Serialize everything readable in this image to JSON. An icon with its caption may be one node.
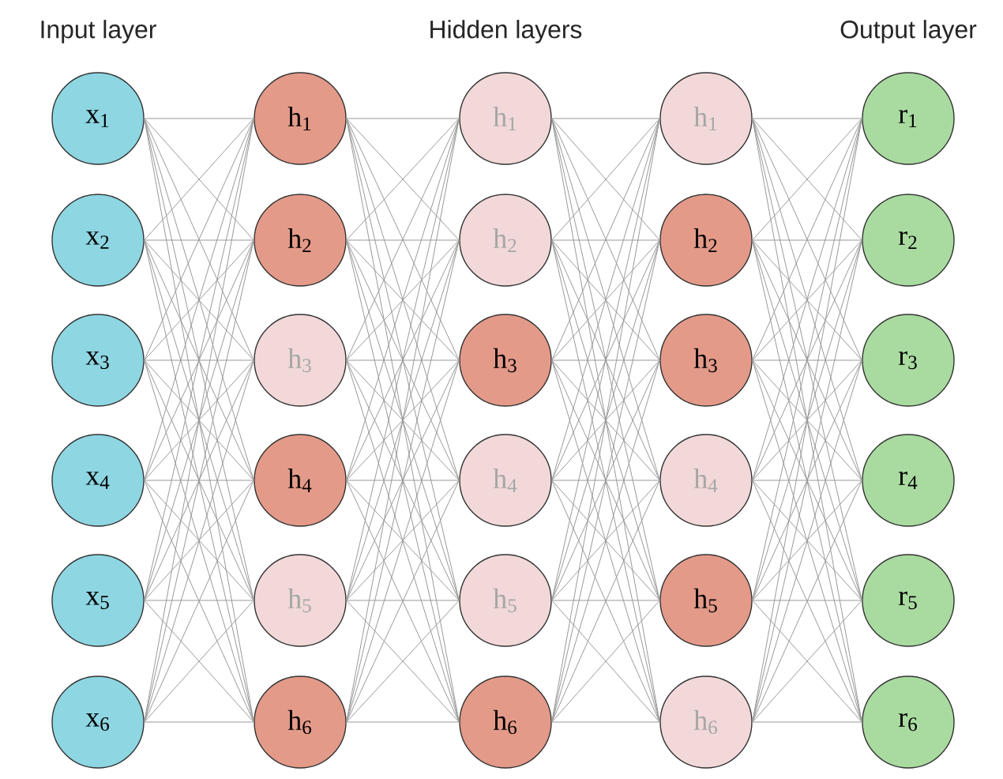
{
  "diagram": {
    "nodes": [
      {
        "text": [
          "x$_{1}$"
        ]
      },
      {
        "text": [
          "x$_{2}$"
        ]
      },
      {
        "text": [
          "x$_{3}$"
        ]
      },
      {
        "text": [
          "x$_{4}$"
        ]
      },
      {
        "text": [
          "x$_{5}$"
        ]
      },
      {
        "text": [
          "x$_{6}$"
        ]
      },
      {
        "text": [
          "h$_{1}$"
        ]
      },
      {
        "text": [
          "h$_{2}$"
        ]
      },
      {
        "text": [
          "h$_{3}$"
        ]
      },
      {
        "text": [
          "h$_{4}$"
        ]
      },
      {
        "text": [
          "h$_{5}$"
        ]
      },
      {
        "text": [
          "h$_{6}$"
        ]
      },
      {
        "text": [
          "h$_{1}$"
        ]
      },
      {
        "text": [
          "h$_{2}$"
        ]
      },
      {
        "text": [
          "h$_{3}$"
        ]
      },
      {
        "text": [
          "h$_{4}$"
        ]
      },
      {
        "text": [
          "h$_{5}$"
        ]
      },
      {
        "text": [
          "h$_{6}$"
        ]
      },
      {
        "text": [
          "h$_{1}$"
        ]
      },
      {
        "text": [
          "h$_{2}$"
        ]
      },
      {
        "text": [
          "h$_{3}$"
        ]
      },
      {
        "text": [
          "h$_{4}$"
        ]
      },
      {
        "text": [
          "h$_{5}$"
        ]
      },
      {
        "text": [
          "h$_{6}$"
        ]
      },
      {
        "text": [
          "r$_{1}$"
        ]
      },
      {
        "text": [
          "r$_{2}$"
        ]
      },
      {
        "text": [
          "r$_{3}$"
        ]
      },
      {
        "text": [
          "r$_{4}$"
        ]
      },
      {
        "text": [
          "r$_{5}$"
        ]
      },
      {
        "text": [
          "r$_{6}$"
        ]
      }
    ],
    "edges": [
      {
        "from": 0,
        "to": 6,
        "arrow": "none"
      },
      {
        "from": 0,
        "to": 7,
        "arrow": "none"
      },
      {
        "from": 0,
        "to": 8,
        "arrow": "none"
      },
      {
        "from": 0,
        "to": 9,
        "arrow": "none"
      },
      {
        "from": 0,
        "to": 10,
        "arrow": "none"
      },
      {
        "from": 0,
        "to": 11,
        "arrow": "none"
      },
      {
        "from": 1,
        "to": 6,
        "arrow": "none"
      },
      {
        "from": 1,
        "to": 7,
        "arrow": "none"
      },
      {
        "from": 1,
        "to": 8,
        "arrow": "none"
      },
      {
        "from": 1,
        "to": 9,
        "arrow": "none"
      },
      {
        "from": 1,
        "to": 10,
        "arrow": "none"
      },
      {
        "from": 1,
        "to": 11,
        "arrow": "none"
      },
      {
        "from": 2,
        "to": 6,
        "arrow": "none"
      },
      {
        "from": 2,
        "to": 7,
        "arrow": "none"
      },
      {
        "from": 2,
        "to": 8,
        "arrow": "none"
      },
      {
        "from": 2,
        "to": 9,
        "arrow": "none"
      },
      {
        "from": 2,
        "to": 10,
        "arrow": "none"
      },
      {
        "from": 2,
        "to": 11,
        "arrow": "none"
      },
      {
        "from": 3,
        "to": 6,
        "arrow": "none"
      },
      {
        "from": 3,
        "to": 7,
        "arrow": "none"
      },
      {
        "from": 3,
        "to": 8,
        "arrow": "none"
      },
      {
        "from": 3,
        "to": 9,
        "arrow": "none"
      },
      {
        "from": 3,
        "to": 10,
        "arrow": "none"
      },
      {
        "from": 3,
        "to": 11,
        "arrow": "none"
      },
      {
        "from": 4,
        "to": 6,
        "arrow": "none"
      },
      {
        "from": 4,
        "to": 7,
        "arrow": "none"
      },
      {
        "from": 4,
        "to": 8,
        "arrow": "none"
      },
      {
        "from": 4,
        "to": 9,
        "arrow": "none"
      },
      {
        "from": 4,
        "to": 10,
        "arrow": "none"
      },
      {
        "from": 4,
        "to": 11,
        "arrow": "none"
      },
      {
        "from": 5,
        "to": 6,
        "arrow": "none"
      },
      {
        "from": 5,
        "to": 7,
        "arrow": "none"
      },
      {
        "from": 5,
        "to": 8,
        "arrow": "none"
      },
      {
        "from": 5,
        "to": 9,
        "arrow": "none"
      },
      {
        "from": 5,
        "to": 10,
        "arrow": "none"
      },
      {
        "from": 5,
        "to": 11,
        "arrow": "none"
      },
      {
        "from": 6,
        "to": 12,
        "arrow": "none"
      },
      {
        "from": 6,
        "to": 13,
        "arrow": "none"
      },
      {
        "from": 6,
        "to": 14,
        "arrow": "none"
      },
      {
        "from": 6,
        "to": 15,
        "arrow": "none"
      },
      {
        "from": 6,
        "to": 16,
        "arrow": "none"
      },
      {
        "from": 6,
        "to": 17,
        "arrow": "none"
      },
      {
        "from": 7,
        "to": 12,
        "arrow": "none"
      },
      {
        "from": 7,
        "to": 13,
        "arrow": "none"
      },
      {
        "from": 7,
        "to": 14,
        "arrow": "none"
      },
      {
        "from": 7,
        "to": 15,
        "arrow": "none"
      },
      {
        "from": 7,
        "to": 16,
        "arrow": "none"
      },
      {
        "from": 7,
        "to": 17,
        "arrow": "none"
      },
      {
        "from": 8,
        "to": 12,
        "arrow": "none"
      },
      {
        "from": 8,
        "to": 13,
        "arrow": "none"
      },
      {
        "from": 8,
        "to": 14,
        "arrow": "none"
      },
      {
        "from": 8,
        "to": 15,
        "arrow": "none"
      },
      {
        "from": 8,
        "to": 16,
        "arrow": "none"
      },
      {
        "from": 8,
        "to": 17,
        "arrow": "none"
      },
      {
        "from": 9,
        "to": 12,
        "arrow": "none"
      },
      {
        "from": 9,
        "to": 13,
        "arrow": "none"
      },
      {
        "from": 9,
        "to": 14,
        "arrow": "none"
      },
      {
        "from": 9,
        "to": 15,
        "arrow": "none"
      },
      {
        "from": 9,
        "to": 16,
        "arrow": "none"
      },
      {
        "from": 9,
        "to": 17,
        "arrow": "none"
      },
      {
        "from": 10,
        "to": 12,
        "arrow": "none"
      },
      {
        "from": 10,
        "to": 13,
        "arrow": "none"
      },
      {
        "from": 10,
        "to": 14,
        "arrow": "none"
      },
      {
        "from": 10,
        "to": 15,
        "arrow": "none"
      },
      {
        "from": 10,
        "to": 16,
        "arrow": "none"
      },
      {
        "from": 10,
        "to": 17,
        "arrow": "none"
      },
      {
        "from": 11,
        "to": 12,
        "arrow": "none"
      },
      {
        "from": 11,
        "to": 13,
        "arrow": "none"
      },
      {
        "from": 11,
        "to": 14,
        "arrow": "none"
      },
      {
        "from": 11,
        "to": 15,
        "arrow": "none"
      },
      {
        "from": 11,
        "to": 16,
        "arrow": "none"
      },
      {
        "from": 11,
        "to": 17,
        "arrow": "none"
      },
      {
        "from": 12,
        "to": 18,
        "arrow": "none"
      },
      {
        "from": 12,
        "to": 19,
        "arrow": "none"
      },
      {
        "from": 12,
        "to": 20,
        "arrow": "none"
      },
      {
        "from": 12,
        "to": 21,
        "arrow": "none"
      },
      {
        "from": 12,
        "to": 22,
        "arrow": "none"
      },
      {
        "from": 12,
        "to": 23,
        "arrow": "none"
      },
      {
        "from": 13,
        "to": 18,
        "arrow": "none"
      },
      {
        "from": 13,
        "to": 19,
        "arrow": "none"
      },
      {
        "from": 13,
        "to": 20,
        "arrow": "none"
      },
      {
        "from": 13,
        "to": 21,
        "arrow": "none"
      },
      {
        "from": 13,
        "to": 22,
        "arrow": "none"
      },
      {
        "from": 13,
        "to": 23,
        "arrow": "none"
      },
      {
        "from": 14,
        "to": 18,
        "arrow": "none"
      },
      {
        "from": 14,
        "to": 19,
        "arrow": "none"
      },
      {
        "from": 14,
        "to": 20,
        "arrow": "none"
      },
      {
        "from": 14,
        "to": 21,
        "arrow": "none"
      },
      {
        "from": 14,
        "to": 22,
        "arrow": "none"
      },
      {
        "from": 14,
        "to": 23,
        "arrow": "none"
      },
      {
        "from": 15,
        "to": 18,
        "arrow": "none"
      },
      {
        "from": 15,
        "to": 19,
        "arrow": "none"
      },
      {
        "from": 15,
        "to": 20,
        "arrow": "none"
      },
      {
        "from": 15,
        "to": 21,
        "arrow": "none"
      },
      {
        "from": 15,
        "to": 22,
        "arrow": "none"
      },
      {
        "from": 15,
        "to": 23,
        "arrow": "none"
      },
      {
        "from": 16,
        "to": 18,
        "arrow": "none"
      },
      {
        "from": 16,
        "to": 19,
        "arrow": "none"
      },
      {
        "from": 16,
        "to": 20,
        "arrow": "none"
      },
      {
        "from": 16,
        "to": 21,
        "arrow": "none"
      },
      {
        "from": 16,
        "to": 22,
        "arrow": "none"
      },
      {
        "from": 16,
        "to": 23,
        "arrow": "none"
      },
      {
        "from": 17,
        "to": 18,
        "arrow": "none"
      },
      {
        "from": 17,
        "to": 19,
        "arrow": "none"
      },
      {
        "from": 17,
        "to": 20,
        "arrow": "none"
      },
      {
        "from": 17,
        "to": 21,
        "arrow": "none"
      },
      {
        "from": 17,
        "to": 22,
        "arrow": "none"
      },
      {
        "from": 17,
        "to": 23,
        "arrow": "none"
      },
      {
        "from": 18,
        "to": 24,
        "arrow": "none"
      },
      {
        "from": 18,
        "to": 25,
        "arrow": "none"
      },
      {
        "from": 18,
        "to": 26,
        "arrow": "none"
      },
      {
        "from": 18,
        "to": 27,
        "arrow": "none"
      },
      {
        "from": 18,
        "to": 28,
        "arrow": "none"
      },
      {
        "from": 18,
        "to": 29,
        "arrow": "none"
      },
      {
        "from": 19,
        "to": 24,
        "arrow": "none"
      },
      {
        "from": 19,
        "to": 25,
        "arrow": "none"
      },
      {
        "from": 19,
        "to": 26,
        "arrow": "none"
      },
      {
        "from": 19,
        "to": 27,
        "arrow": "none"
      },
      {
        "from": 19,
        "to": 28,
        "arrow": "none"
      },
      {
        "from": 19,
        "to": 29,
        "arrow": "none"
      },
      {
        "from": 20,
        "to": 24,
        "arrow": "none"
      },
      {
        "from": 20,
        "to": 25,
        "arrow": "none"
      },
      {
        "from": 20,
        "to": 26,
        "arrow": "none"
      },
      {
        "from": 20,
        "to": 27,
        "arrow": "none"
      },
      {
        "from": 20,
        "to": 28,
        "arrow": "none"
      },
      {
        "from": 20,
        "to": 29,
        "arrow": "none"
      },
      {
        "from": 21,
        "to": 24,
        "arrow": "none"
      },
      {
        "from": 21,
        "to": 25,
        "arrow": "none"
      },
      {
        "from": 21,
        "to": 26,
        "arrow": "none"
      },
      {
        "from": 21,
        "to": 27,
        "arrow": "none"
      },
      {
        "from": 21,
        "to": 28,
        "arrow": "none"
      },
      {
        "from": 21,
        "to": 29,
        "arrow": "none"
      },
      {
        "from": 22,
        "to": 24,
        "arrow": "none"
      },
      {
        "from": 22,
        "to": 25,
        "arrow": "none"
      },
      {
        "from": 22,
        "to": 26,
        "arrow": "none"
      },
      {
        "from": 22,
        "to": 27,
        "arrow": "none"
      },
      {
        "from": 22,
        "to": 28,
        "arrow": "none"
      },
      {
        "from": 22,
        "to": 29,
        "arrow": "none"
      },
      {
        "from": 23,
        "to": 24,
        "arrow": "none"
      },
      {
        "from": 23,
        "to": 25,
        "arrow": "none"
      },
      {
        "from": 23,
        "to": 26,
        "arrow": "none"
      },
      {
        "from": 23,
        "to": 27,
        "arrow": "none"
      },
      {
        "from": 23,
        "to": 28,
        "arrow": "none"
      },
      {
        "from": 23,
        "to": 29,
        "arrow": "none"
      }
    ],
    "labels": [
      "Input layer",
      "Hidden layers",
      "Output layer"
    ]
  }
}
